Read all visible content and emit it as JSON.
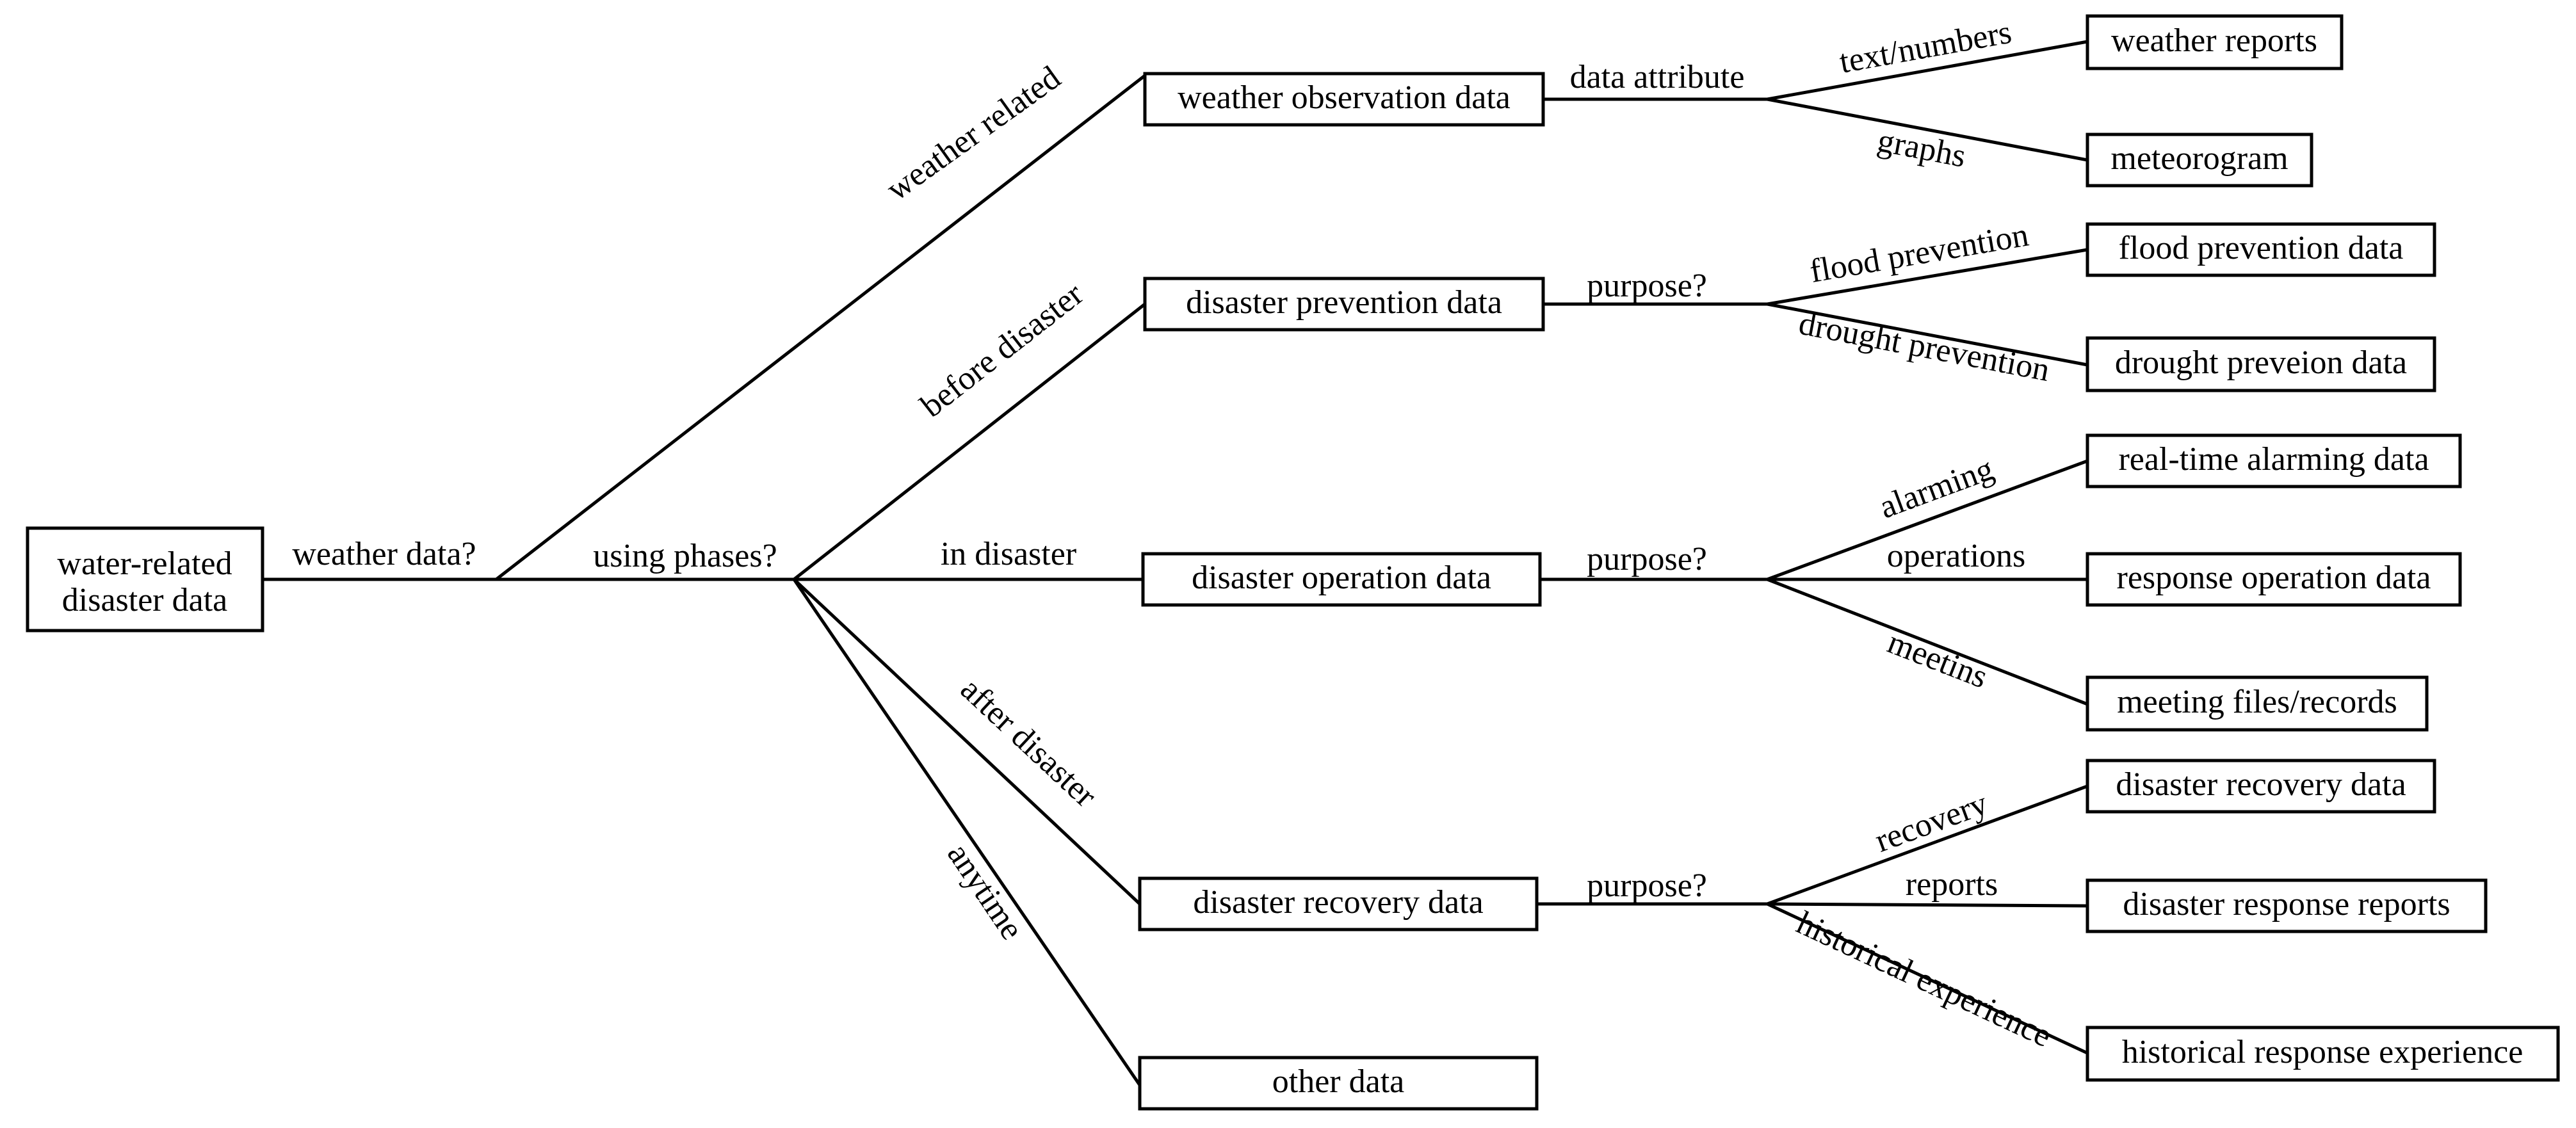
{
  "root": {
    "line1": "water-related",
    "line2": "disaster data"
  },
  "nodes": {
    "weather_observation": "weather observation data",
    "disaster_prevention": "disaster prevention data",
    "disaster_operation": "disaster operation data",
    "disaster_recovery": "disaster recovery data",
    "other": "other data",
    "weather_reports": "weather reports",
    "meteorogram": "meteorogram",
    "flood_prevention": "flood prevention data",
    "drought_prevention": "drought preveion data",
    "real_time_alarming": "real-time alarming data",
    "response_operation": "response operation data",
    "meeting_files": "meeting files/records",
    "disaster_recovery_leaf": "disaster recovery data",
    "disaster_response_reports": "disaster response reports",
    "historical_response": "historical response experience"
  },
  "edges": {
    "weather_data_q": "weather data?",
    "weather_related": "weather related",
    "using_phases_q": "using phases?",
    "before_disaster": "before disaster",
    "in_disaster": "in disaster",
    "after_disaster": "after disaster",
    "anytime": "anytime",
    "data_attribute": "data attribute",
    "text_numbers": "text/numbers",
    "graphs": "graphs",
    "purpose_prevention": "purpose?",
    "flood_prevention": "flood prevention",
    "drought_prevention": "drought prevention",
    "purpose_operation": "purpose?",
    "alarming": "alarming",
    "operations": "operations",
    "meetins": "meetins",
    "purpose_recovery": "purpose?",
    "recovery": "recovery",
    "reports": "reports",
    "historical_experience": "historical experience"
  }
}
